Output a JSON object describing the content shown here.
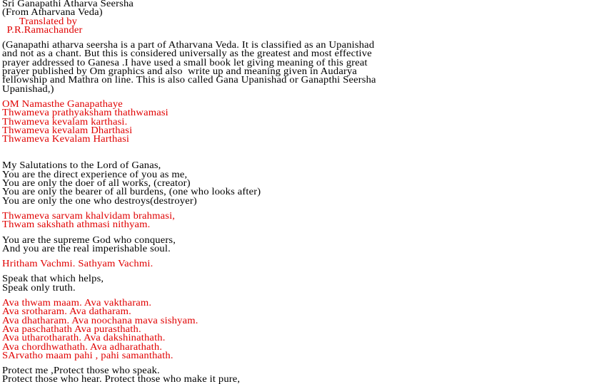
{
  "colors": {
    "text": "#000000",
    "accent": "#e00000"
  },
  "header": {
    "title": "Sri Ganapathi Atharva Seersha",
    "source": "(From Atharvana Veda)",
    "translated_by": "Translated by",
    "translator": "P.R.Ramachander"
  },
  "intro": [
    "(Ganapathi atharva seersha is a part of Atharvana Veda. It is classified as an Upanishad",
    "and not as a chant. But this is considered universally as the greatest and most effective",
    "prayer addressed to Ganesa .I have used a small book let giving meaning of this great",
    "prayer published by Om graphics and also  write up and meaning given in Audarya",
    "fellowship and Mathra on line. This is also called Gana Upanishad or Ganapthi Seersha",
    "Upanishad,)"
  ],
  "verse1": [
    "OM Namasthe Ganapathaye",
    "Thwameva prathyaksham thathwamasi",
    "Thwameva kevalam karthasi.",
    "Thwameva kevalam Dharthasi",
    "Thwameva Kevalam Harthasi"
  ],
  "meaning1": [
    "My Salutations to the Lord of Ganas,",
    "You are the direct experience of you as me,",
    "You are only the doer of all works, (creator)",
    "You are only the bearer of all burdens, (one who looks after)",
    "You are only the one who destroys(destroyer)"
  ],
  "verse2": [
    "Thwameva sarvam khalvidam brahmasi,",
    "Thwam sakshath athmasi nithyam."
  ],
  "meaning2": [
    "You are the supreme God who conquers,",
    "And you are the real imperishable soul."
  ],
  "verse3": [
    "Hritham Vachmi. Sathyam Vachmi."
  ],
  "meaning3": [
    "Speak that which helps,",
    "Speak only truth."
  ],
  "verse4": [
    "Ava thwam maam. Ava vaktharam.",
    "Ava srotharam. Ava datharam.",
    "Ava dhatharam. Ava noochana mava sishyam.",
    "Ava paschathath Ava purasthath.",
    "Ava utharotharath. Ava dakshinathath.",
    "Ava chordhwathath. Ava adharathath.",
    "SArvatho maam pahi , pahi samanthath."
  ],
  "meaning4": [
    "Protect me ,Protect those who speak.",
    "Protect those who hear. Protect those who make it pure,"
  ]
}
